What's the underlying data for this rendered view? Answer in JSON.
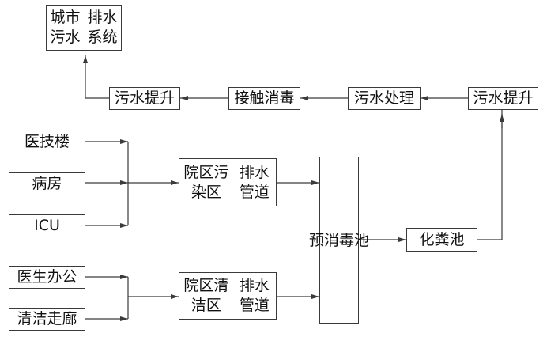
{
  "nodes": {
    "city_sewer": {
      "lines": [
        "城市污水",
        "排水系统"
      ]
    },
    "lift_out": {
      "lines": [
        "污水提升"
      ]
    },
    "disinfect": {
      "lines": [
        "接触消毒"
      ]
    },
    "treatment": {
      "lines": [
        "污水处理"
      ]
    },
    "lift_in": {
      "lines": [
        "污水提升"
      ]
    },
    "medtech": {
      "lines": [
        "医技楼"
      ]
    },
    "ward": {
      "lines": [
        "病房"
      ]
    },
    "icu": {
      "lines": [
        "ICU"
      ]
    },
    "doctor_office": {
      "lines": [
        "医生办公"
      ]
    },
    "cleaning_corridor": {
      "lines": [
        "清洁走廊"
      ]
    },
    "contaminated_pipe": {
      "lines": [
        "院区污染区",
        "排水管道"
      ]
    },
    "clean_pipe": {
      "lines": [
        "院区清洁区",
        "排水管道"
      ]
    },
    "pre_disinfection": {
      "lines": [
        "预",
        "消",
        "毒",
        "池"
      ]
    },
    "septic_tank": {
      "lines": [
        "化粪池"
      ]
    }
  },
  "colors": {
    "line": "#3a3a3a",
    "text": "#111111",
    "background": "#ffffff"
  }
}
